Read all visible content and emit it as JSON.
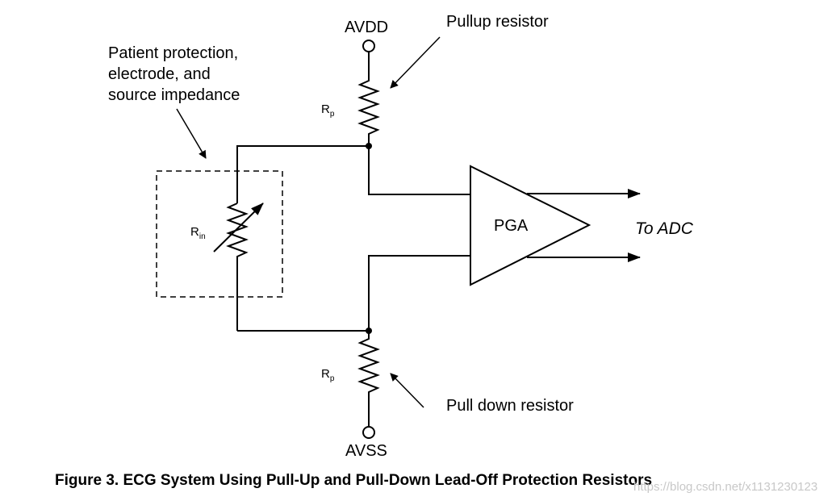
{
  "labels": {
    "avdd": "AVDD",
    "avss": "AVSS",
    "pullup": "Pullup resistor",
    "pulldown": "Pull down resistor",
    "patient_line1": "Patient protection,",
    "patient_line2": "electrode, and",
    "patient_line3": "source impedance",
    "rp_top_main": "R",
    "rp_top_sub": "p",
    "rp_bottom_main": "R",
    "rp_bottom_sub": "p",
    "rin_main": "R",
    "rin_sub": "in",
    "pga": "PGA",
    "to_adc": "To ADC"
  },
  "caption": "Figure 3. ECG System Using Pull-Up and Pull-Down Lead-Off Protection Resistors",
  "watermark": "https://blog.csdn.net/x1131230123",
  "colors": {
    "ink": "#000000",
    "background": "#ffffff",
    "watermark": "#c8c8c8"
  }
}
